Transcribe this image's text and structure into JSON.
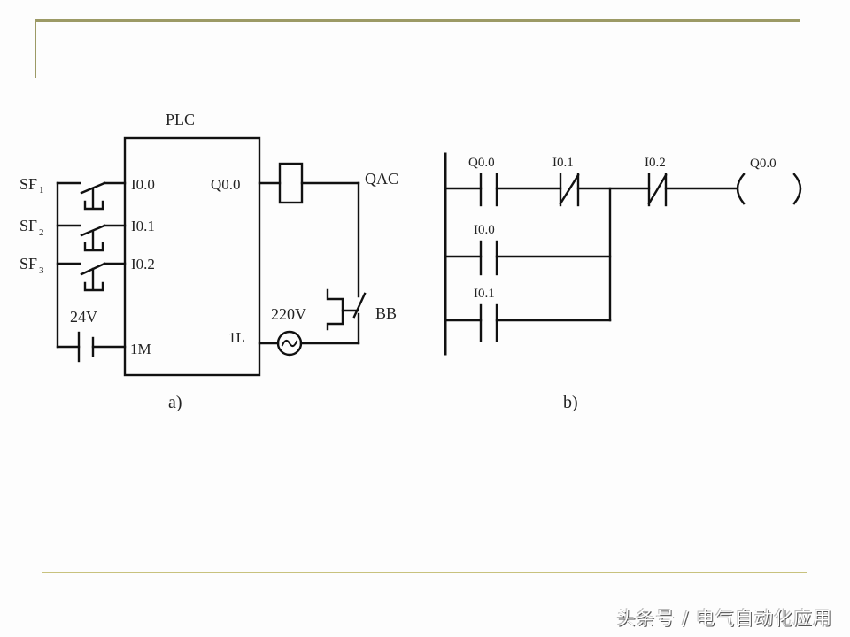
{
  "diagram_a": {
    "caption": "a)",
    "plc_title": "PLC",
    "inputs": [
      {
        "switch": "SF",
        "sub": "1",
        "terminal": "I0.0"
      },
      {
        "switch": "SF",
        "sub": "2",
        "terminal": "I0.1"
      },
      {
        "switch": "SF",
        "sub": "3",
        "terminal": "I0.2"
      }
    ],
    "supply_dc": "24V",
    "common_terminal": "1M",
    "output_terminal": "Q0.0",
    "output_common": "1L",
    "contactor": "QAC",
    "supply_ac": "220V",
    "thermal_relay": "BB"
  },
  "diagram_b": {
    "caption": "b)",
    "contacts": [
      {
        "label": "Q0.0",
        "type": "NO"
      },
      {
        "label": "I0.1",
        "type": "NC"
      },
      {
        "label": "I0.2",
        "type": "NC"
      },
      {
        "label": "I0.0",
        "type": "NO"
      },
      {
        "label": "I0.1",
        "type": "NO"
      }
    ],
    "coil": "Q0.0"
  },
  "watermark": "头条号 / 电气自动化应用"
}
